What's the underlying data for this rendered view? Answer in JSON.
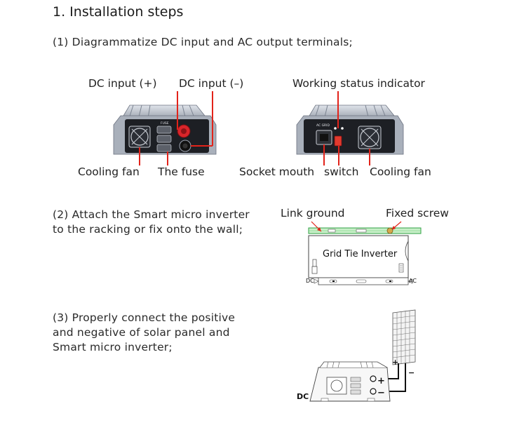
{
  "section_title": "1. Installation steps",
  "step1": {
    "text": "(1) Diagrammatize DC input and AC output terminals;",
    "left_device": {
      "fuse_plate": "FUSE",
      "labels": {
        "dc_pos": "DC input (+)",
        "dc_neg": "DC input (–)",
        "cooling_fan": "Cooling fan",
        "fuse": "The fuse"
      }
    },
    "right_device": {
      "ac_plate": "AC GRID",
      "labels": {
        "indicator": "Working status indicator",
        "socket": "Socket mouth",
        "switch": "switch",
        "cooling_fan": "Cooling fan"
      }
    }
  },
  "step2": {
    "line1": "(2) Attach the Smart micro inverter",
    "line2": "to the racking or fix onto the wall;",
    "labels": {
      "link_ground": "Link ground",
      "fixed_screw": "Fixed screw",
      "inverter_title": "Grid Tie Inverter",
      "dc": "DC",
      "ac": "AC"
    }
  },
  "step3": {
    "line1": "(3) Properly connect the positive",
    "line2": "and negative of solar panel and",
    "line3": "Smart micro inverter;",
    "labels": {
      "plus_panel": "+",
      "minus_panel": "−",
      "plus_inv": "+",
      "minus_inv": "−",
      "dc": "DC"
    }
  }
}
